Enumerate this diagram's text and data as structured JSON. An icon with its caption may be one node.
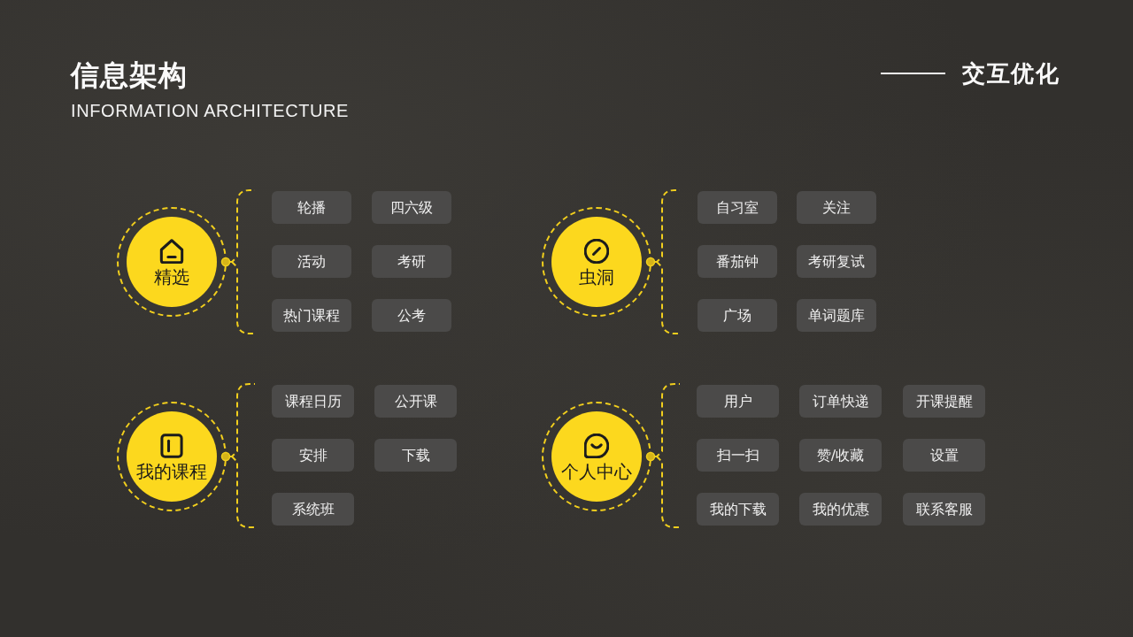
{
  "diagram": {
    "title": "信息架构",
    "nodes": [
      {
        "text": [
          "精选"
        ]
      },
      {
        "text": [
          "轮播"
        ]
      },
      {
        "text": [
          "四六级"
        ]
      },
      {
        "text": [
          "活动"
        ]
      },
      {
        "text": [
          "考研"
        ]
      },
      {
        "text": [
          "热门课程"
        ]
      },
      {
        "text": [
          "公考"
        ]
      },
      {
        "text": [
          "虫洞"
        ]
      },
      {
        "text": [
          "自习室"
        ]
      },
      {
        "text": [
          "关注"
        ]
      },
      {
        "text": [
          "番茄钟"
        ]
      },
      {
        "text": [
          "考研复试"
        ]
      },
      {
        "text": [
          "广场"
        ]
      },
      {
        "text": [
          "单词题库"
        ]
      },
      {
        "text": [
          "我的课程"
        ]
      },
      {
        "text": [
          "课程日历"
        ]
      },
      {
        "text": [
          "公开课"
        ]
      },
      {
        "text": [
          "安排"
        ]
      },
      {
        "text": [
          "下载"
        ]
      },
      {
        "text": [
          "系统班"
        ]
      },
      {
        "text": [
          "个人中心"
        ]
      },
      {
        "text": [
          "用户"
        ]
      },
      {
        "text": [
          "订单快递"
        ]
      },
      {
        "text": [
          "开课提醒"
        ]
      },
      {
        "text": [
          "扫一扫"
        ]
      },
      {
        "text": [
          "赞/收藏"
        ]
      },
      {
        "text": [
          "设置"
        ]
      },
      {
        "text": [
          "我的下载"
        ]
      },
      {
        "text": [
          "我的优惠"
        ]
      },
      {
        "text": [
          "联系客服"
        ]
      }
    ],
    "labels": [
      "INFORMATION ARCHITECTURE",
      "交互优化"
    ]
  }
}
